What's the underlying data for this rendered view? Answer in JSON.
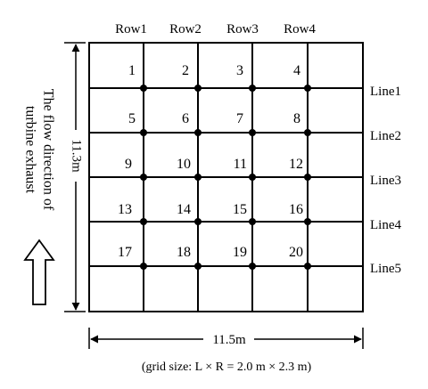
{
  "rows": [
    "Row1",
    "Row2",
    "Row3",
    "Row4"
  ],
  "lines": [
    "Line1",
    "Line2",
    "Line3",
    "Line4",
    "Line5"
  ],
  "points": [
    [
      "1",
      "2",
      "3",
      "4"
    ],
    [
      "5",
      "6",
      "7",
      "8"
    ],
    [
      "9",
      "10",
      "11",
      "12"
    ],
    [
      "13",
      "14",
      "15",
      "16"
    ],
    [
      "17",
      "18",
      "19",
      "20"
    ]
  ],
  "height_label": "11.3m",
  "width_label": "11.5m",
  "flow_label_line1": "The flow direction of",
  "flow_label_line2": "turbine exhaust",
  "caption": "(grid size: L × R = 2.0 m × 2.3 m)",
  "colors": {
    "line": "#000000",
    "background": "#ffffff"
  }
}
